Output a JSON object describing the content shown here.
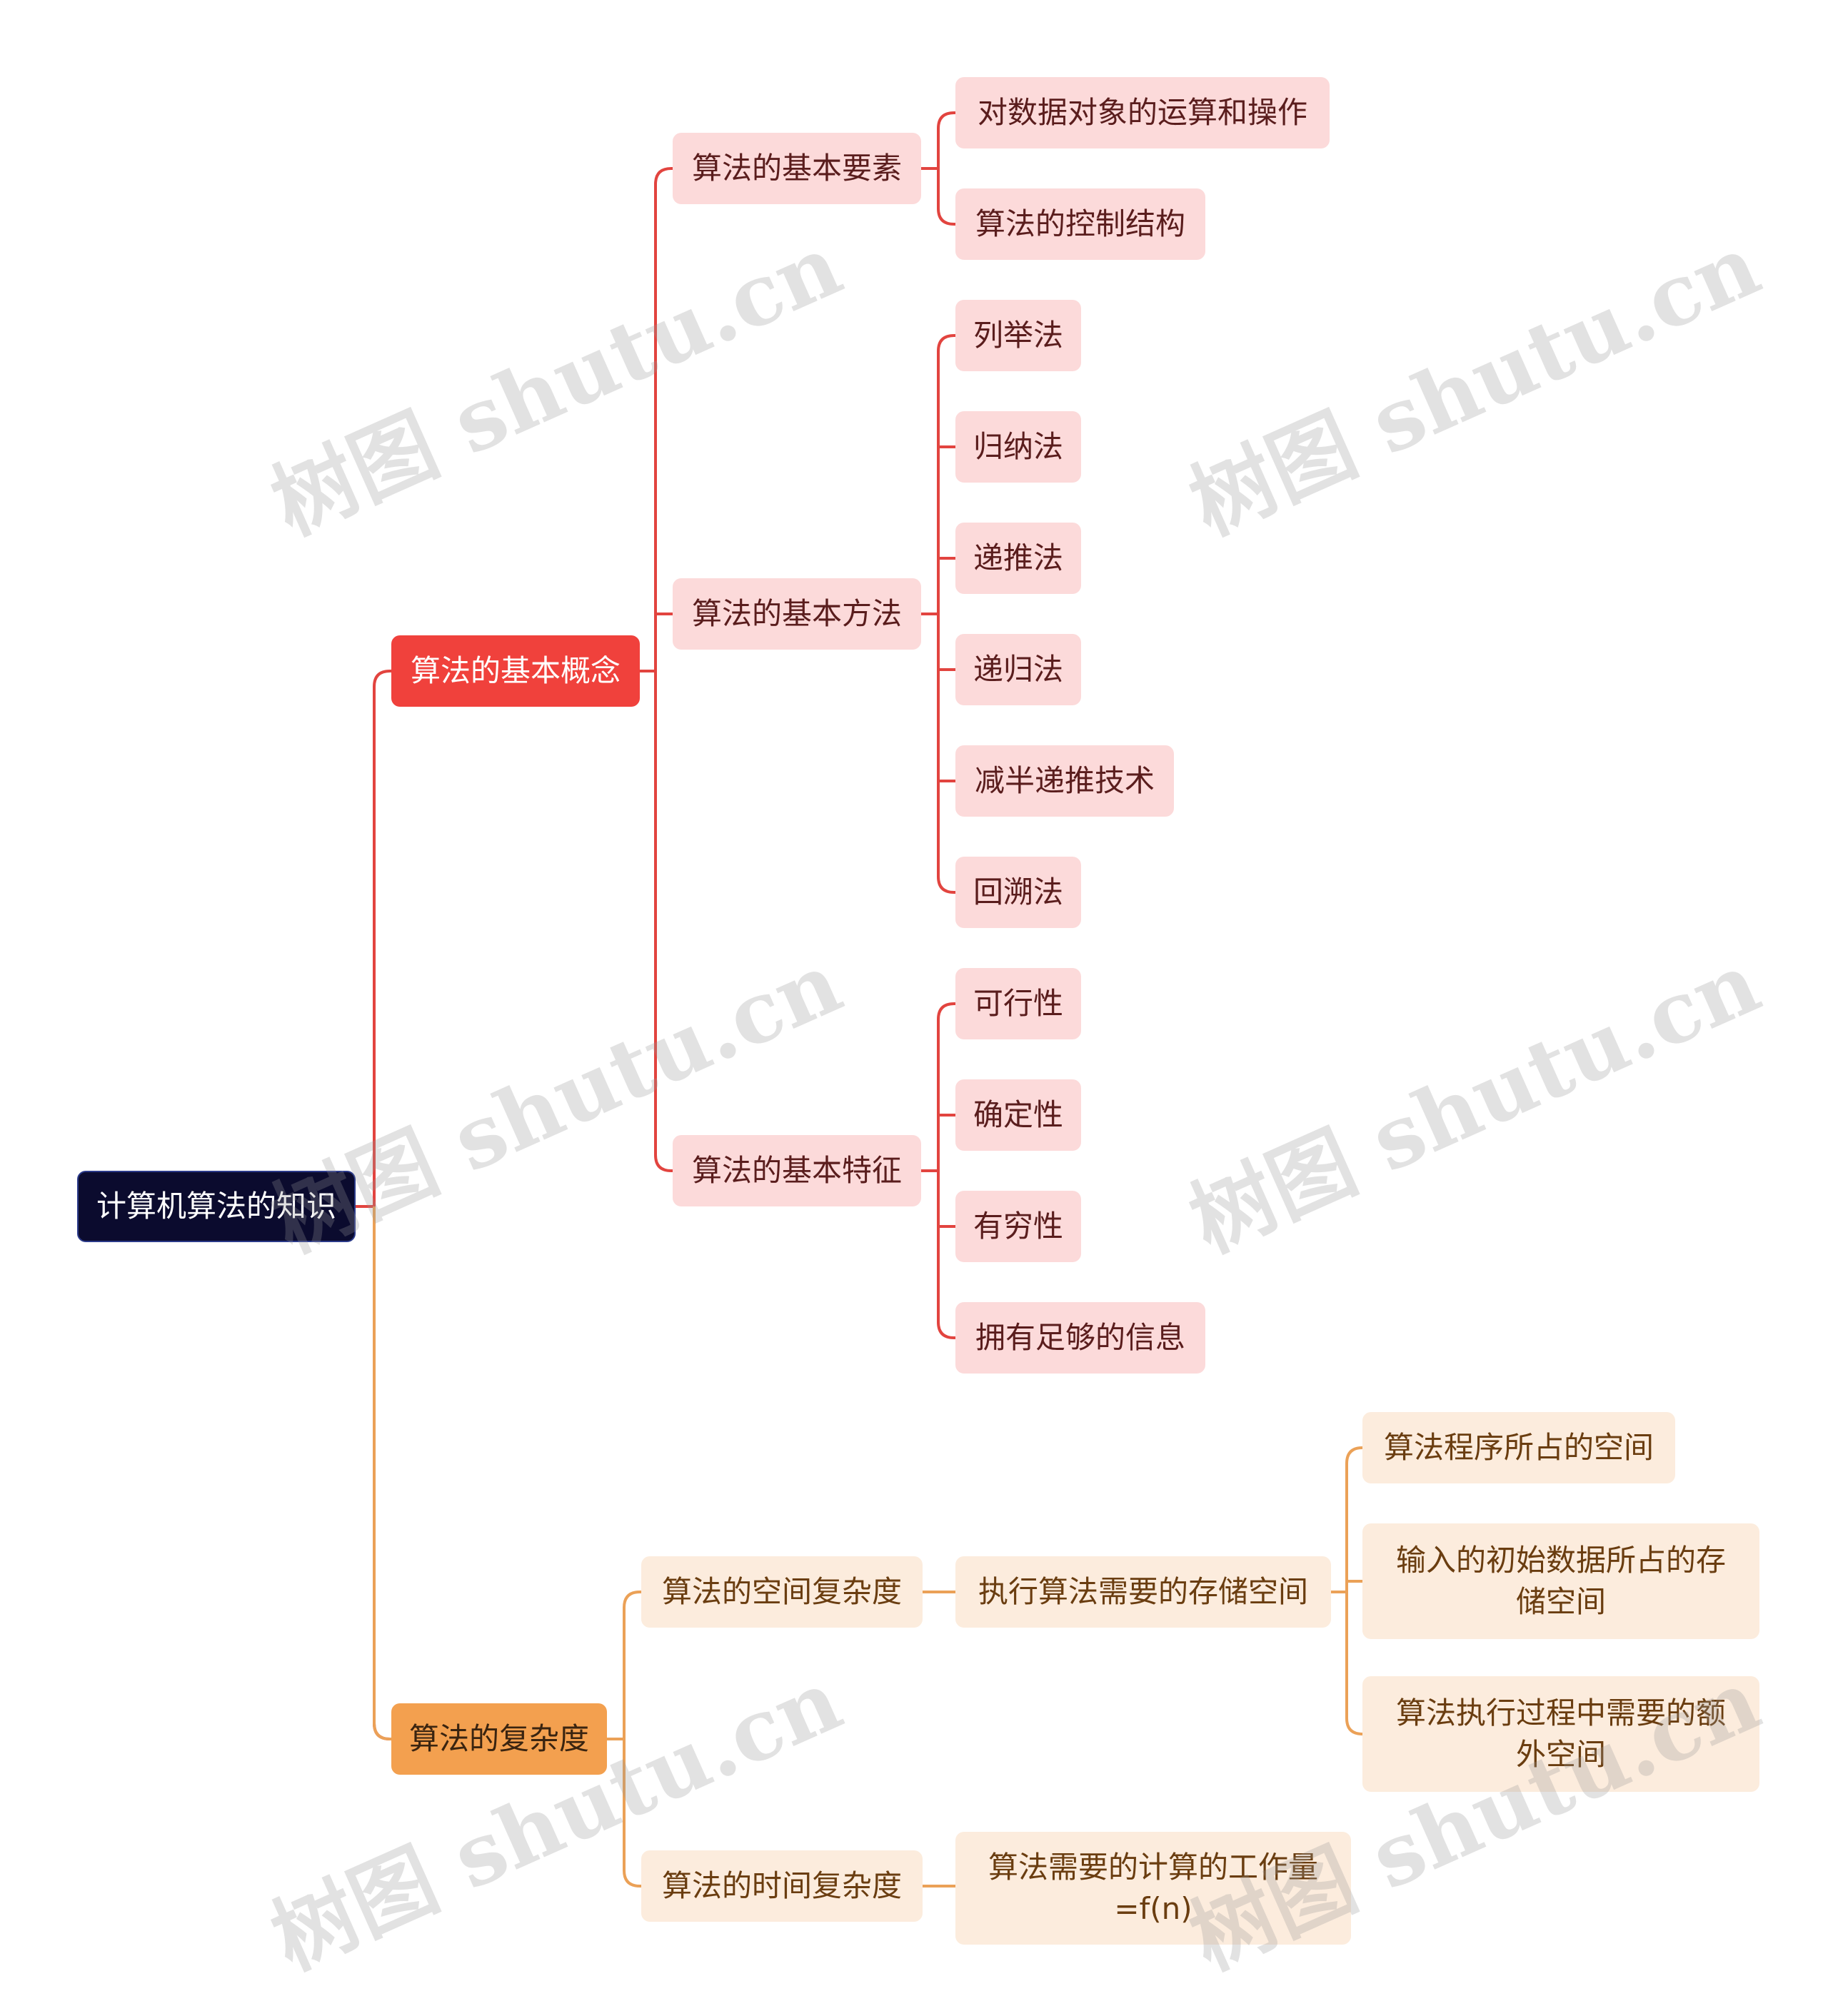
{
  "root": {
    "label": "计算机算法的知识"
  },
  "branches": [
    {
      "label": "算法的基本概念",
      "color": "#e2443f",
      "children": [
        {
          "label": "算法的基本要素",
          "children": [
            "对数据对象的运算和操作",
            "算法的控制结构"
          ]
        },
        {
          "label": "算法的基本方法",
          "children": [
            "列举法",
            "归纳法",
            "递推法",
            "递归法",
            "减半递推技术",
            "回溯法"
          ]
        },
        {
          "label": "算法的基本特征",
          "children": [
            "可行性",
            "确定性",
            "有穷性",
            "拥有足够的信息"
          ]
        }
      ]
    },
    {
      "label": "算法的复杂度",
      "color": "#eba157",
      "children": [
        {
          "label": "算法的空间复杂度",
          "children": [
            {
              "label": "执行算法需要的存储空间",
              "children": [
                "算法程序所占的空间",
                "输入的初始数据所占的存储空间",
                "算法执行过程中需要的额外空间"
              ]
            }
          ]
        },
        {
          "label": "算法的时间复杂度",
          "children": [
            {
              "label": "算法需要的计算的工作量=f(n)"
            }
          ]
        }
      ]
    }
  ],
  "watermark": "树图 shutu.cn"
}
